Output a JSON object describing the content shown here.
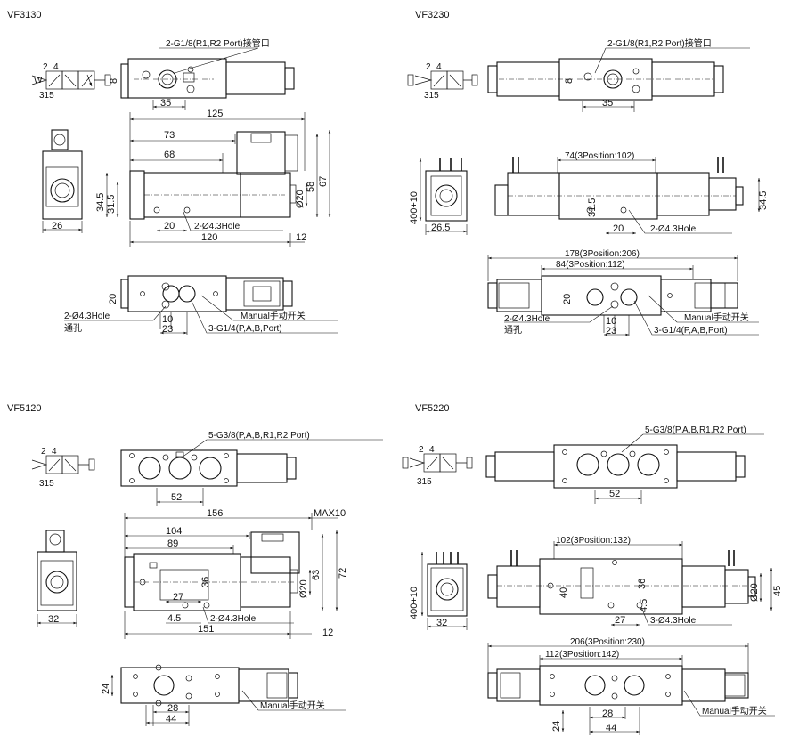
{
  "vf3130": {
    "title": "VF3130",
    "sym": {
      "a": "2",
      "b": "4",
      "bottom": "315"
    },
    "top": {
      "callout": "2-G1/8(R1,R2 Port)接管口",
      "w35": "35",
      "h8": "8"
    },
    "front": {
      "d125": "125",
      "d73": "73",
      "d68": "68",
      "d20": "20",
      "d120": "120",
      "d12": "12",
      "h345": "34.5",
      "h315": "31.5",
      "dia20": "Ø20",
      "h58": "58",
      "h67": "67",
      "hole": "2-Ø4.3Hole"
    },
    "side": {
      "w26": "26"
    },
    "bottom": {
      "h20": "20",
      "w10": "10",
      "w23": "23",
      "hole": "2-Ø4.3Hole",
      "through": "通孔",
      "manual": "Manual手动开关",
      "ports": "3-G1/4(P,A,B,Port)"
    }
  },
  "vf3230": {
    "title": "VF3230",
    "sym": {
      "a": "2",
      "b": "4",
      "bottom": "315"
    },
    "top": {
      "callout": "2-G1/8(R1,R2 Port)接管口",
      "w35": "35",
      "h8": "8"
    },
    "side": {
      "h400": "400+10",
      "w265": "26.5"
    },
    "front": {
      "d74": "74(3Position:102)",
      "h315": "31.5",
      "w20": "20",
      "hole": "2-Ø4.3Hole",
      "h345": "34.5"
    },
    "bottom": {
      "d178": "178(3Position:206)",
      "d84": "84(3Position:112)",
      "h20": "20",
      "w10": "10",
      "w23": "23",
      "hole": "2-Ø4.3Hole",
      "through": "通孔",
      "manual": "Manual手动开关",
      "ports": "3-G1/4(P,A,B,Port)"
    }
  },
  "vf5120": {
    "title": "VF5120",
    "sym": {
      "a": "2",
      "b": "4",
      "bottom": "315"
    },
    "top": {
      "callout": "5-G3/8(P,A,B,R1,R2 Port)",
      "w52": "52"
    },
    "front": {
      "d156": "156",
      "max10": "MAX10",
      "d104": "104",
      "d89": "89",
      "d27": "27",
      "d36": "36",
      "d45": "4.5",
      "hole": "2-Ø4.3Hole",
      "d151": "151",
      "d12": "12",
      "dia20": "Ø20",
      "h63": "63",
      "h72": "72"
    },
    "side": {
      "w32": "32"
    },
    "bottom": {
      "h24": "24",
      "w28": "28",
      "w44": "44",
      "manual": "Manual手动开关"
    }
  },
  "vf5220": {
    "title": "VF5220",
    "sym": {
      "a": "2",
      "b": "4",
      "bottom": "315"
    },
    "top": {
      "callout": "5-G3/8(P,A,B,R1,R2 Port)",
      "w52": "52"
    },
    "side": {
      "h400": "400+10",
      "w32": "32"
    },
    "front": {
      "d102": "102(3Position:132)",
      "h40": "40",
      "h36": "36",
      "h45s": "4.5",
      "w27": "27",
      "hole": "3-Ø4.3Hole",
      "dia20": "Ø20",
      "h45": "45"
    },
    "bottom": {
      "d206": "206(3Position:230)",
      "d112": "112(3Position:142)",
      "h24": "24",
      "w28": "28",
      "w44": "44",
      "manual": "Manual手动开关"
    }
  }
}
